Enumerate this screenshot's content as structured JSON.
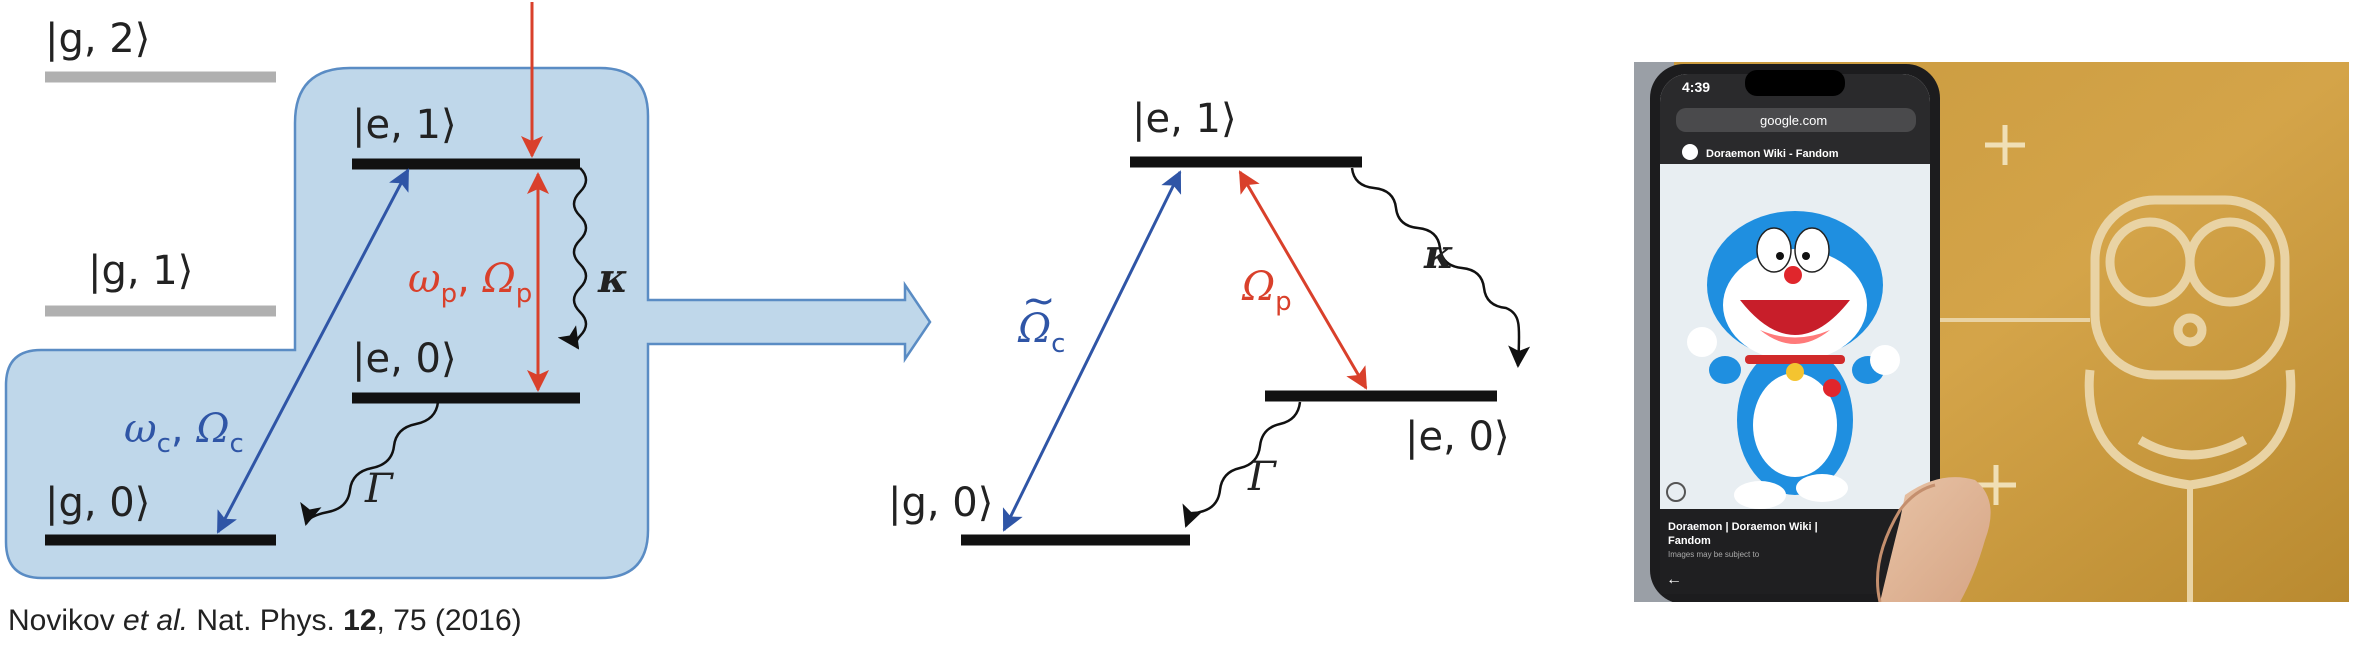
{
  "colors": {
    "blue": "#2f55a6",
    "red": "#d9402b",
    "black": "#111111",
    "gray_level": "#b0b0b0",
    "panel_fill": "#bfd7ea",
    "panel_stroke": "#5a8cc4"
  },
  "left_diagram": {
    "level_g2": "|g, 2⟩",
    "level_g1": "|g, 1⟩",
    "level_e1": "|e, 1⟩",
    "level_e0": "|e, 0⟩",
    "level_g0": "|g, 0⟩",
    "probe_w": "ω",
    "probe_w_sub": "p",
    "probe_comma": ", ",
    "probe_O": "Ω",
    "probe_O_sub": "p",
    "control_w": "ω",
    "control_w_sub": "c",
    "control_comma": ", ",
    "control_O": "Ω",
    "control_O_sub": "c",
    "kappa": "κ",
    "gamma": "Γ"
  },
  "right_diagram": {
    "level_e1": "|e, 1⟩",
    "level_e0": "|e, 0⟩",
    "level_g0": "|g, 0⟩",
    "control_O": "Ω",
    "control_tilde": "~",
    "control_sub": "c",
    "probe_O": "Ω",
    "probe_sub": "p",
    "kappa": "κ",
    "gamma": "Γ"
  },
  "citation": {
    "authors": "Novikov ",
    "etal": "et al.",
    "journal": " Nat. Phys. ",
    "volume": "12",
    "rest": ", 75 (2016)"
  },
  "photo": {
    "time": "4:39",
    "url": "google.com",
    "site": "Doraemon Wiki - Fandom",
    "result_title_1": "Doraemon | Doraemon Wiki |",
    "result_title_2": "Fandom",
    "result_note": "Images may be subject to"
  }
}
